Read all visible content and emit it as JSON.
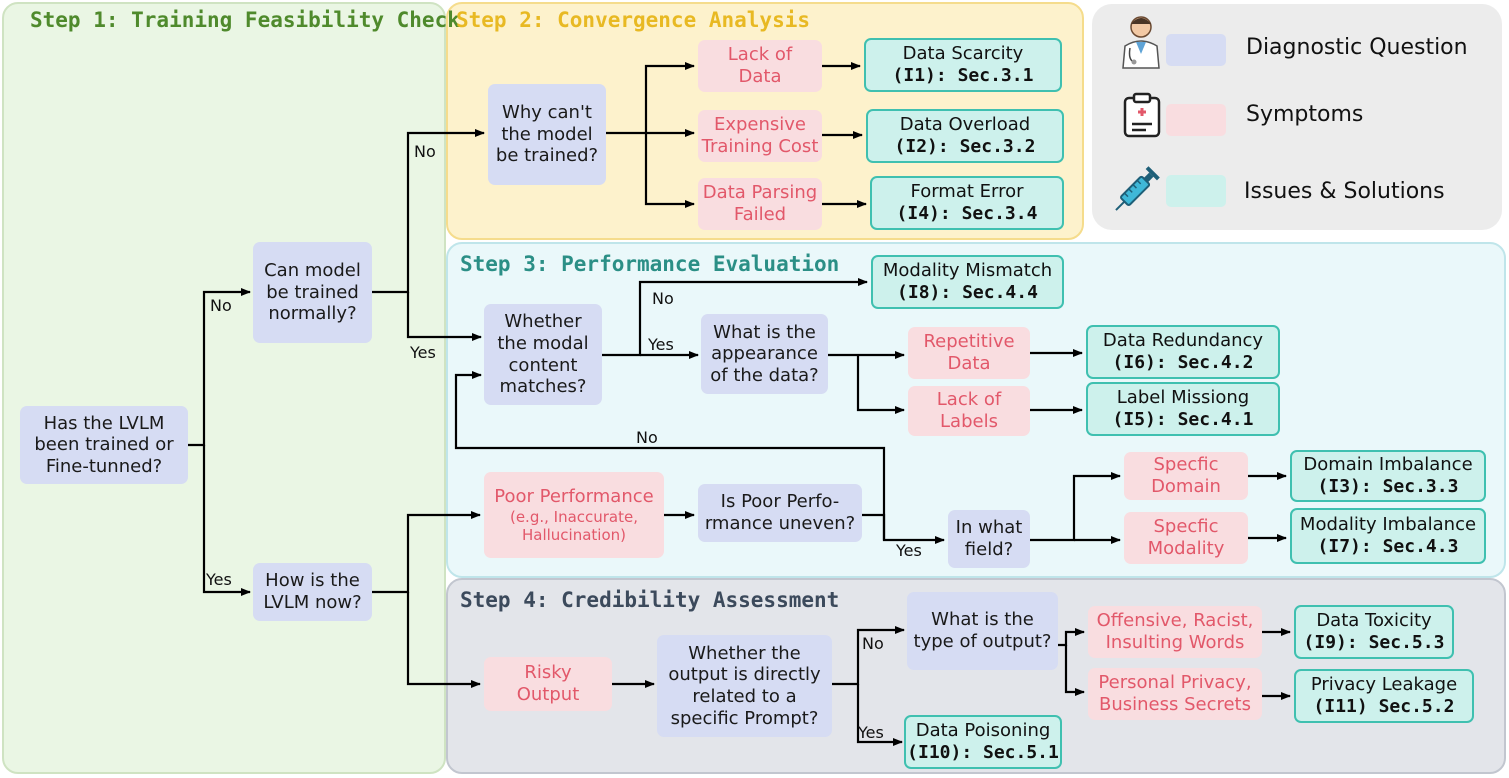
{
  "steps": {
    "step1": "Step 1: Training Feasibility Check",
    "step2": "Step 2: Convergence Analysis",
    "step3": "Step 3: Performance Evaluation",
    "step4": "Step 4: Credibility Assessment"
  },
  "colors": {
    "question": "#d6dcf3",
    "symptom": "#f9dde0",
    "issue": "#cdf1ec",
    "issue_border": "#3fc0b0",
    "step1_title": "#4f8a2c",
    "step2_title": "#e8b923",
    "step3_title": "#2b8f86",
    "step4_title": "#3c4a5c"
  },
  "legend": {
    "diagnostic": "Diagnostic Question",
    "symptoms": "Symptoms",
    "issues": "Issues & Solutions",
    "icons": [
      "doctor-icon",
      "clipboard-icon",
      "syringe-icon"
    ]
  },
  "questions": {
    "q_trained": [
      "Has the LVLM",
      "been trained or",
      "Fine-tunned?"
    ],
    "q_normal": [
      "Can model",
      "be trained",
      "normally?"
    ],
    "q_now": [
      "How is the",
      "LVLM now?"
    ],
    "q_why": [
      "Why can't",
      "the model",
      "be trained?"
    ],
    "q_modal": [
      "Whether",
      "the modal",
      "content",
      "matches?"
    ],
    "q_appearance": [
      "What is the",
      "appearance",
      "of the data?"
    ],
    "q_uneven": [
      "Is Poor Perfo-",
      "rmance uneven?"
    ],
    "q_field": [
      "In what",
      "field?"
    ],
    "q_prompt": [
      "Whether the",
      "output is directly",
      "related to a",
      "specific Prompt?"
    ],
    "q_type": [
      "What is the",
      "type of output?"
    ]
  },
  "symptoms": {
    "lack_data": [
      "Lack of",
      "Data"
    ],
    "expensive": [
      "Expensive",
      "Training Cost"
    ],
    "parsing": [
      "Data Parsing",
      "Failed"
    ],
    "repetitive": [
      "Repetitive",
      "Data"
    ],
    "lack_labels": [
      "Lack of",
      "Labels"
    ],
    "poor_perf": [
      "Poor Performance",
      "(e.g., Inaccurate,",
      "Hallucination)"
    ],
    "domain": [
      "Specfic",
      "Domain"
    ],
    "modality": [
      "Specfic",
      "Modality"
    ],
    "risky": [
      "Risky",
      "Output"
    ],
    "offensive": [
      "Offensive, Racist,",
      "Insulting Words"
    ],
    "privacy": [
      "Personal Privacy,",
      "Business Secrets"
    ]
  },
  "issues": {
    "i1": {
      "name": "Data Scarcity",
      "ref": "(I1): Sec.3.1"
    },
    "i2": {
      "name": "Data Overload",
      "ref": "(I2): Sec.3.2"
    },
    "i4": {
      "name": "Format Error",
      "ref": "(I4): Sec.3.4"
    },
    "i8": {
      "name": "Modality Mismatch",
      "ref": "(I8): Sec.4.4"
    },
    "i6": {
      "name": "Data Redundancy",
      "ref": "(I6): Sec.4.2"
    },
    "i5": {
      "name": "Label Missiong",
      "ref": "(I5): Sec.4.1"
    },
    "i3": {
      "name": "Domain Imbalance",
      "ref": "(I3): Sec.3.3"
    },
    "i7": {
      "name": "Modality Imbalance",
      "ref": "(I7): Sec.4.3"
    },
    "i9": {
      "name": "Data Toxicity",
      "ref": "(I9): Sec.5.3"
    },
    "i11": {
      "name": "Privacy Leakage",
      "ref": "(I11) Sec.5.2"
    },
    "i10": {
      "name": "Data Poisoning",
      "ref": "(I10): Sec.5.1"
    }
  },
  "edge_labels": {
    "no": "No",
    "yes": "Yes"
  }
}
